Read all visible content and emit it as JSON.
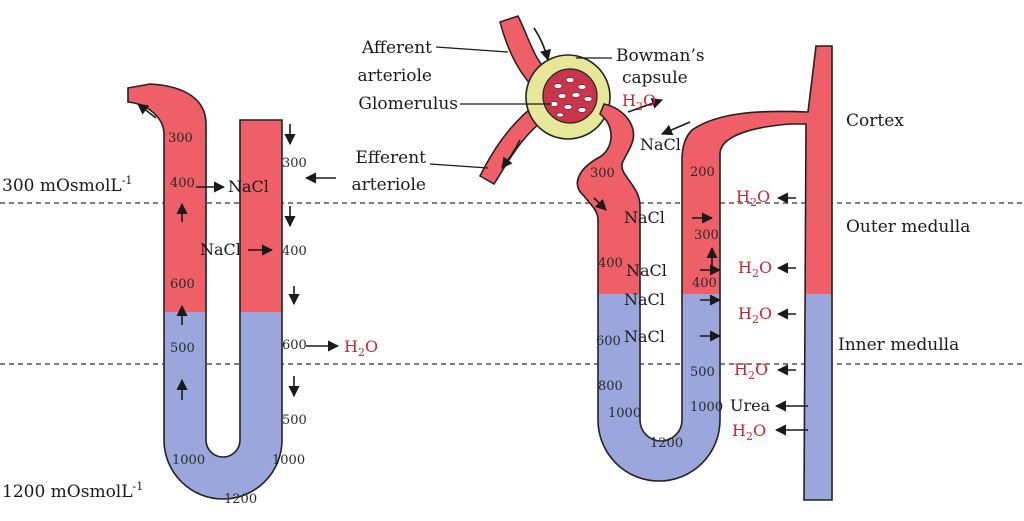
{
  "colors": {
    "high_region": "#ef5f67",
    "low_region": "#9aa6dc",
    "glomerulus": "#c9354a",
    "capsule": "#e7e79a",
    "water": "#d0262e",
    "outline": "#222222"
  },
  "zones": {
    "cortex": "Cortex",
    "outer": "Outer medulla",
    "inner": "Inner medulla"
  },
  "scale": {
    "top": "300 mOsmolL",
    "bottom": "1200 mOsmolL",
    "exp": "-1"
  },
  "structures": {
    "afferent_1": "Afferent",
    "afferent_2": "arteriole",
    "efferent_1": "Efferent",
    "efferent_2": "arteriole",
    "glomerulus": "Glomerulus",
    "bowman_1": "Bowman’s",
    "bowman_2": "capsule"
  },
  "solutes": {
    "nacl": "NaCl",
    "urea": "Urea",
    "h2o_h": "H",
    "h2o_2": "2",
    "h2o_o": "O"
  },
  "left_loop": {
    "asc": [
      "300",
      "400",
      "600",
      "500",
      "1000"
    ],
    "desc": [
      "300",
      "400",
      "600",
      "500",
      "1000"
    ],
    "bottom": "1200"
  },
  "right_loop": {
    "pct": "300",
    "desc": [
      "400",
      "600",
      "800",
      "1000"
    ],
    "bottom": "1200",
    "asc": [
      "1000",
      "500",
      "400",
      "300",
      "200"
    ]
  }
}
